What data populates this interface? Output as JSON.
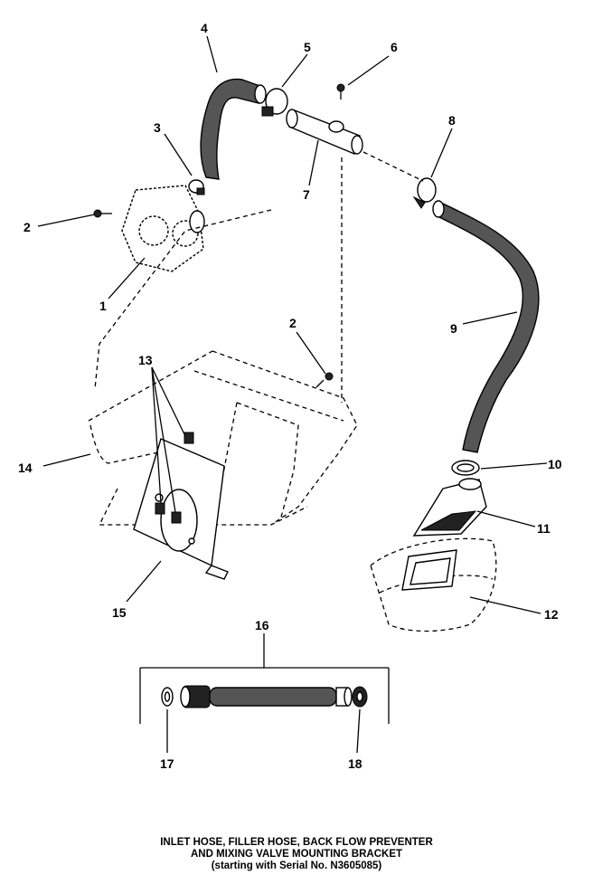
{
  "callouts": {
    "c1": "1",
    "c2a": "2",
    "c2b": "2",
    "c3": "3",
    "c4": "4",
    "c5": "5",
    "c6": "6",
    "c7": "7",
    "c8": "8",
    "c9": "9",
    "c10": "10",
    "c11": "11",
    "c12": "12",
    "c13": "13",
    "c14": "14",
    "c15": "15",
    "c16": "16",
    "c17": "17",
    "c18": "18"
  },
  "caption": {
    "line1": "INLET HOSE, FILLER HOSE, BACK FLOW PREVENTER",
    "line2": "AND MIXING VALVE MOUNTING BRACKET",
    "line3": "(starting with Serial No. N3605085)"
  }
}
